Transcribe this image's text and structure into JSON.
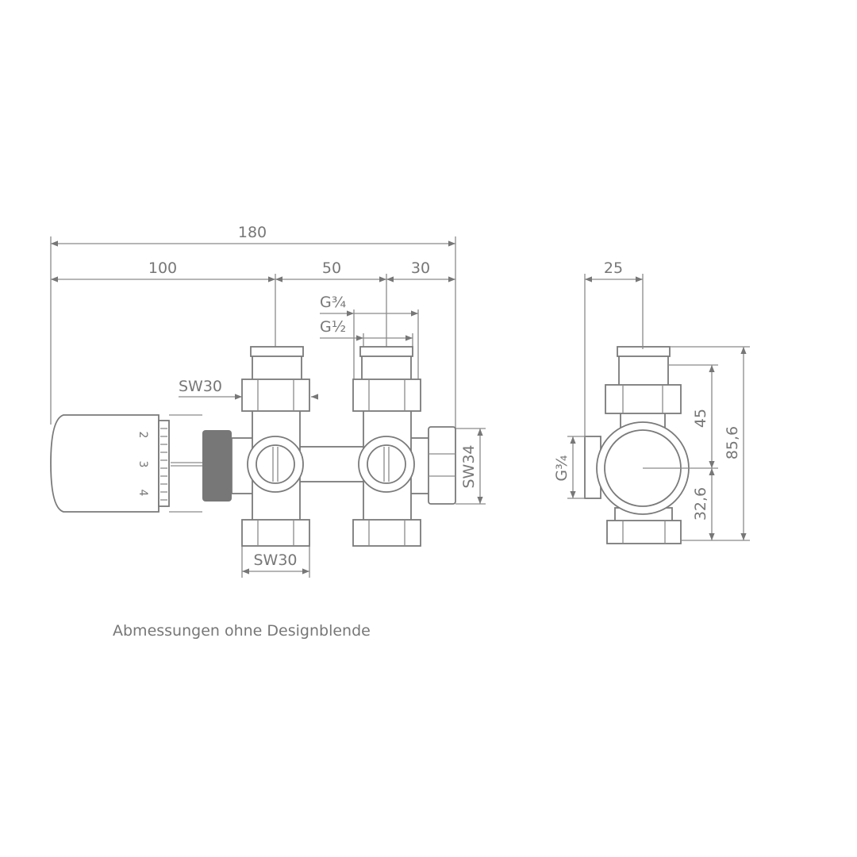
{
  "dimensions": {
    "total": "180",
    "seg1": "100",
    "seg2": "50",
    "seg3": "30",
    "thread_g34": "G¾",
    "thread_g12": "G½",
    "nut_sw30_top": "SW30",
    "nut_sw30_bottom": "SW30",
    "nut_sw34": "SW34",
    "side_width": "25",
    "side_port": "G¾",
    "height_upper": "45",
    "height_lower": "32,6",
    "height_total": "85,6"
  },
  "thermostat_scale": [
    "2",
    "3",
    "4"
  ],
  "caption": "Abmessungen ohne Designblende",
  "colors": {
    "line": "#8a8a8a",
    "cap": "#777777"
  }
}
